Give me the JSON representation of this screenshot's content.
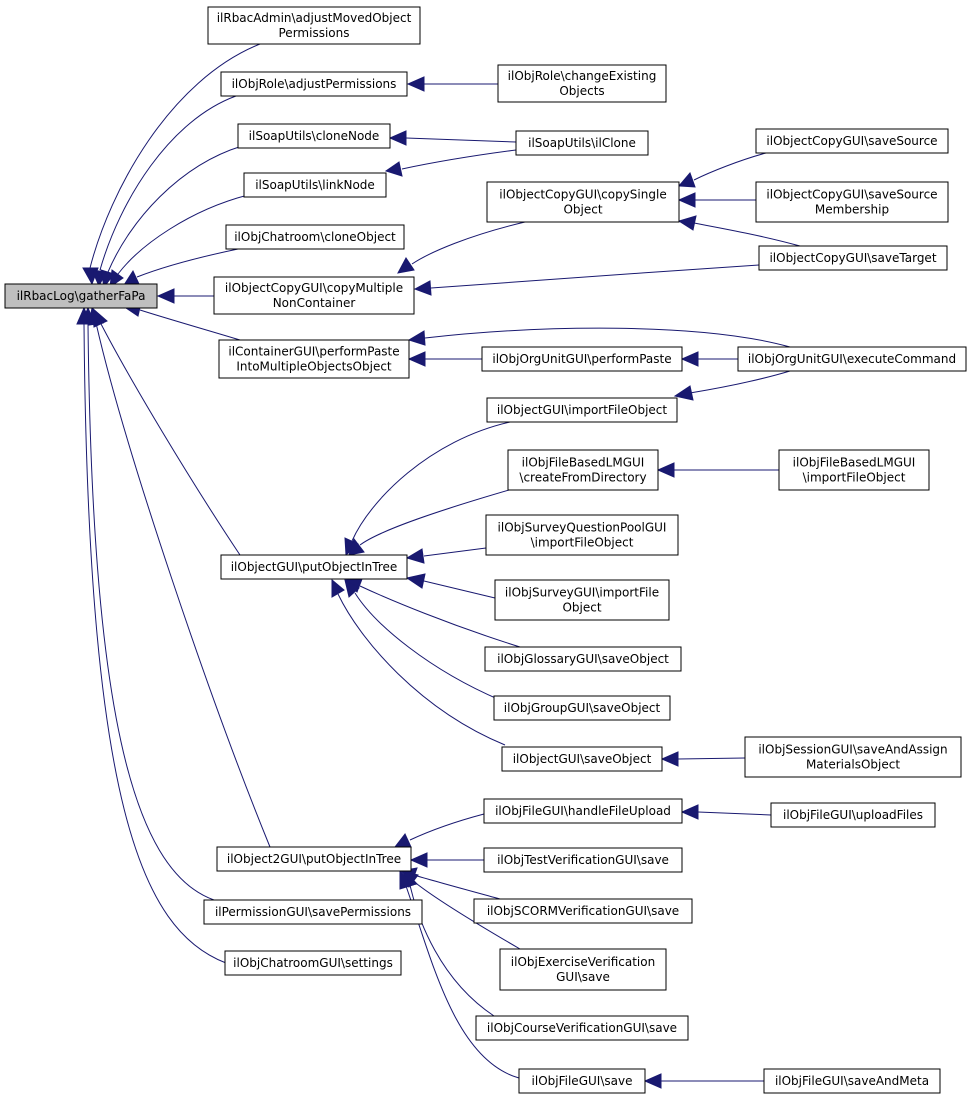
{
  "diagram": {
    "nodes": [
      {
        "id": "gatherFaPa",
        "lines": [
          "ilRbacLog\\gatherFaPa"
        ]
      },
      {
        "id": "rbacAdminAdjust",
        "lines": [
          "ilRbacAdmin\\adjustMovedObject",
          "Permissions"
        ]
      },
      {
        "id": "objRoleAdjust",
        "lines": [
          "ilObjRole\\adjustPermissions"
        ]
      },
      {
        "id": "objRoleChange",
        "lines": [
          "ilObjRole\\changeExisting",
          "Objects"
        ]
      },
      {
        "id": "soapCloneNode",
        "lines": [
          "ilSoapUtils\\cloneNode"
        ]
      },
      {
        "id": "soapIlClone",
        "lines": [
          "ilSoapUtils\\ilClone"
        ]
      },
      {
        "id": "soapLinkNode",
        "lines": [
          "ilSoapUtils\\linkNode"
        ]
      },
      {
        "id": "chatroomClone",
        "lines": [
          "ilObjChatroom\\cloneObject"
        ]
      },
      {
        "id": "copyMultiple",
        "lines": [
          "ilObjectCopyGUI\\copyMultiple",
          "NonContainer"
        ]
      },
      {
        "id": "copySingle",
        "lines": [
          "ilObjectCopyGUI\\copySingle",
          "Object"
        ]
      },
      {
        "id": "saveSource",
        "lines": [
          "ilObjectCopyGUI\\saveSource"
        ]
      },
      {
        "id": "saveSourceMembership",
        "lines": [
          "ilObjectCopyGUI\\saveSource",
          "Membership"
        ]
      },
      {
        "id": "saveTarget",
        "lines": [
          "ilObjectCopyGUI\\saveTarget"
        ]
      },
      {
        "id": "containerPaste",
        "lines": [
          "ilContainerGUI\\performPaste",
          "IntoMultipleObjectsObject"
        ]
      },
      {
        "id": "orgUnitPaste",
        "lines": [
          "ilObjOrgUnitGUI\\performPaste"
        ]
      },
      {
        "id": "orgUnitExecute",
        "lines": [
          "ilObjOrgUnitGUI\\executeCommand"
        ]
      },
      {
        "id": "objectImportFile",
        "lines": [
          "ilObjectGUI\\importFileObject"
        ]
      },
      {
        "id": "fileLMCreate",
        "lines": [
          "ilObjFileBasedLMGUI",
          "\\createFromDirectory"
        ]
      },
      {
        "id": "fileLMImport",
        "lines": [
          "ilObjFileBasedLMGUI",
          "\\importFileObject"
        ]
      },
      {
        "id": "surveyPoolImport",
        "lines": [
          "ilObjSurveyQuestionPoolGUI",
          "\\importFileObject"
        ]
      },
      {
        "id": "surveyImport",
        "lines": [
          "ilObjSurveyGUI\\importFile",
          "Object"
        ]
      },
      {
        "id": "glossarySave",
        "lines": [
          "ilObjGlossaryGUI\\saveObject"
        ]
      },
      {
        "id": "groupSave",
        "lines": [
          "ilObjGroupGUI\\saveObject"
        ]
      },
      {
        "id": "objectSave",
        "lines": [
          "ilObjectGUI\\saveObject"
        ]
      },
      {
        "id": "sessionSave",
        "lines": [
          "ilObjSessionGUI\\saveAndAssign",
          "MaterialsObject"
        ]
      },
      {
        "id": "objectPutTree",
        "lines": [
          "ilObjectGUI\\putObjectInTree"
        ]
      },
      {
        "id": "fileHandleUpload",
        "lines": [
          "ilObjFileGUI\\handleFileUpload"
        ]
      },
      {
        "id": "fileUploadFiles",
        "lines": [
          "ilObjFileGUI\\uploadFiles"
        ]
      },
      {
        "id": "testVerSave",
        "lines": [
          "ilObjTestVerificationGUI\\save"
        ]
      },
      {
        "id": "scormVerSave",
        "lines": [
          "ilObjSCORMVerificationGUI\\save"
        ]
      },
      {
        "id": "exerciseVerSave",
        "lines": [
          "ilObjExerciseVerification",
          "GUI\\save"
        ]
      },
      {
        "id": "courseVerSave",
        "lines": [
          "ilObjCourseVerificationGUI\\save"
        ]
      },
      {
        "id": "fileSave",
        "lines": [
          "ilObjFileGUI\\save"
        ]
      },
      {
        "id": "fileSaveAndMeta",
        "lines": [
          "ilObjFileGUI\\saveAndMeta"
        ]
      },
      {
        "id": "object2PutTree",
        "lines": [
          "ilObject2GUI\\putObjectInTree"
        ]
      },
      {
        "id": "permissionSave",
        "lines": [
          "ilPermissionGUI\\savePermissions"
        ]
      },
      {
        "id": "chatroomSettings",
        "lines": [
          "ilObjChatroomGUI\\settings"
        ]
      }
    ],
    "edges": [
      {
        "from": "rbacAdminAdjust",
        "to": "gatherFaPa"
      },
      {
        "from": "objRoleAdjust",
        "to": "gatherFaPa"
      },
      {
        "from": "soapCloneNode",
        "to": "gatherFaPa"
      },
      {
        "from": "soapLinkNode",
        "to": "gatherFaPa"
      },
      {
        "from": "chatroomClone",
        "to": "gatherFaPa"
      },
      {
        "from": "copyMultiple",
        "to": "gatherFaPa"
      },
      {
        "from": "containerPaste",
        "to": "gatherFaPa"
      },
      {
        "from": "objectPutTree",
        "to": "gatherFaPa"
      },
      {
        "from": "object2PutTree",
        "to": "gatherFaPa"
      },
      {
        "from": "permissionSave",
        "to": "gatherFaPa"
      },
      {
        "from": "chatroomSettings",
        "to": "gatherFaPa"
      },
      {
        "from": "objRoleChange",
        "to": "objRoleAdjust"
      },
      {
        "from": "soapIlClone",
        "to": "soapCloneNode"
      },
      {
        "from": "soapIlClone",
        "to": "soapLinkNode"
      },
      {
        "from": "copySingle",
        "to": "copyMultiple"
      },
      {
        "from": "saveTarget",
        "to": "copyMultiple"
      },
      {
        "from": "saveSource",
        "to": "copySingle"
      },
      {
        "from": "saveSourceMembership",
        "to": "copySingle"
      },
      {
        "from": "saveTarget",
        "to": "copySingle"
      },
      {
        "from": "orgUnitPaste",
        "to": "containerPaste"
      },
      {
        "from": "orgUnitExecute",
        "to": "containerPaste"
      },
      {
        "from": "orgUnitExecute",
        "to": "orgUnitPaste"
      },
      {
        "from": "orgUnitExecute",
        "to": "objectImportFile"
      },
      {
        "from": "objectImportFile",
        "to": "objectPutTree"
      },
      {
        "from": "fileLMCreate",
        "to": "objectPutTree"
      },
      {
        "from": "surveyPoolImport",
        "to": "objectPutTree"
      },
      {
        "from": "surveyImport",
        "to": "objectPutTree"
      },
      {
        "from": "glossarySave",
        "to": "objectPutTree"
      },
      {
        "from": "groupSave",
        "to": "objectPutTree"
      },
      {
        "from": "objectSave",
        "to": "objectPutTree"
      },
      {
        "from": "fileLMImport",
        "to": "fileLMCreate"
      },
      {
        "from": "sessionSave",
        "to": "objectSave"
      },
      {
        "from": "fileHandleUpload",
        "to": "object2PutTree"
      },
      {
        "from": "testVerSave",
        "to": "object2PutTree"
      },
      {
        "from": "scormVerSave",
        "to": "object2PutTree"
      },
      {
        "from": "exerciseVerSave",
        "to": "object2PutTree"
      },
      {
        "from": "courseVerSave",
        "to": "object2PutTree"
      },
      {
        "from": "fileSave",
        "to": "object2PutTree"
      },
      {
        "from": "fileUploadFiles",
        "to": "fileHandleUpload"
      },
      {
        "from": "fileSaveAndMeta",
        "to": "fileSave"
      }
    ]
  },
  "colors": {
    "edge": "#191970",
    "root_fill": "#bfbfbf",
    "node_fill": "#ffffff",
    "node_border": "#000000"
  }
}
